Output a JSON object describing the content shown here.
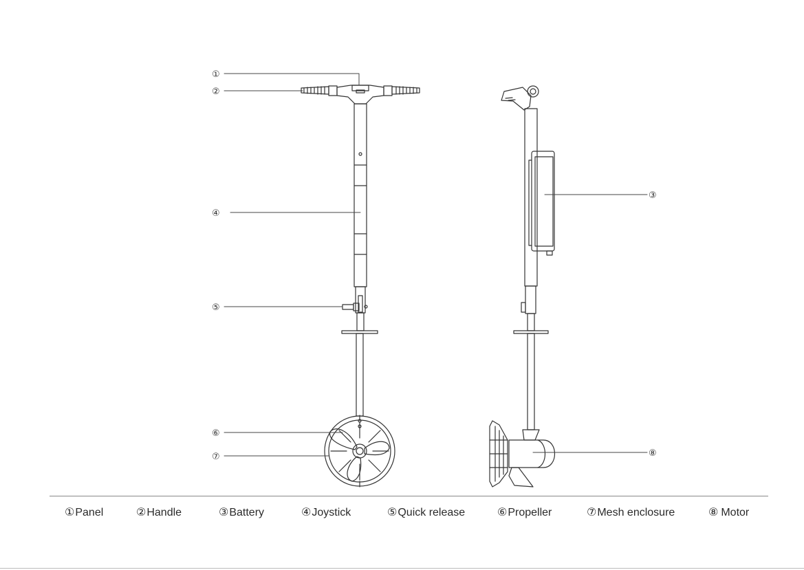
{
  "callouts": {
    "c1": "①",
    "c2": "②",
    "c3": "③",
    "c4": "④",
    "c5": "⑤",
    "c6": "⑥",
    "c7": "⑦",
    "c8": "⑧"
  },
  "legend": [
    {
      "num": "①",
      "label": "Panel"
    },
    {
      "num": "②",
      "label": "Handle"
    },
    {
      "num": "③",
      "label": "Battery"
    },
    {
      "num": "④",
      "label": "Joystick"
    },
    {
      "num": "⑤",
      "label": "Quick release"
    },
    {
      "num": "⑥",
      "label": "Propeller"
    },
    {
      "num": "⑦",
      "label": "Mesh enclosure"
    },
    {
      "num": "⑧",
      "label": "Motor"
    }
  ]
}
